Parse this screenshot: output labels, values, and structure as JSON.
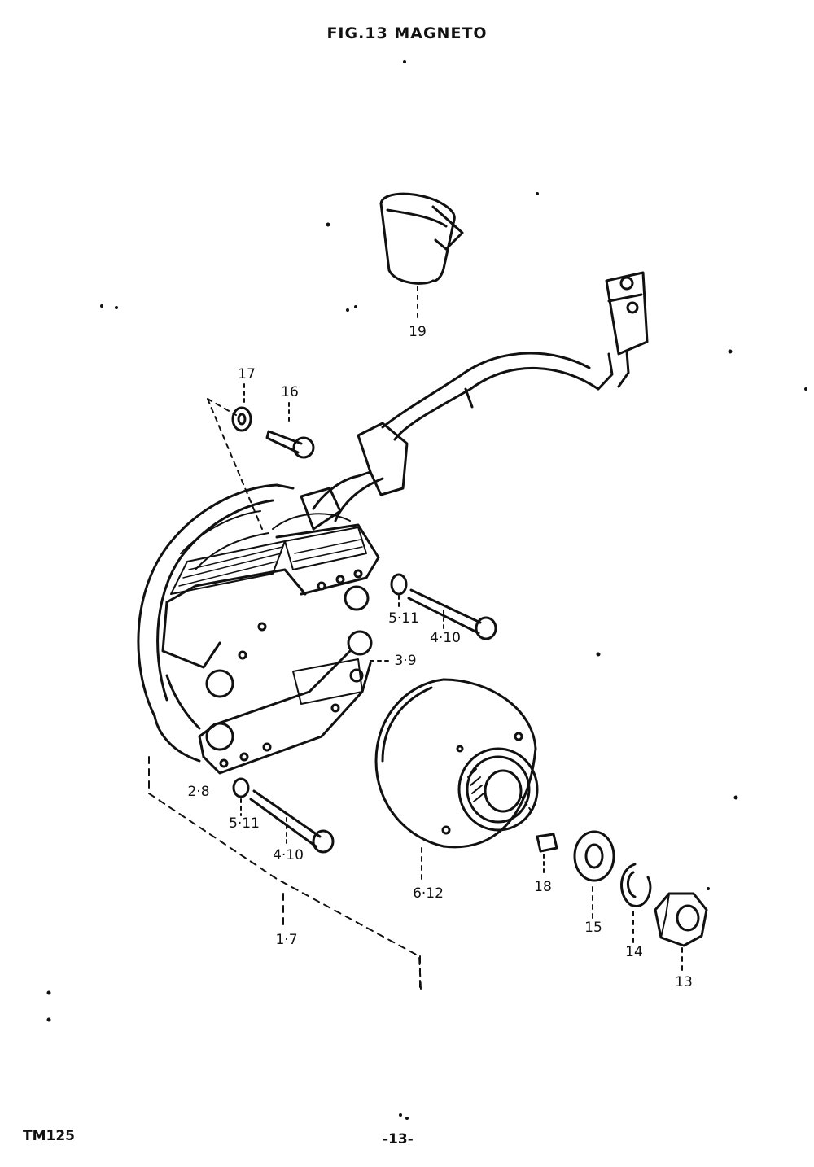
{
  "header": {
    "title": "FIG.13 MAGNETO"
  },
  "footer": {
    "model": "TM125",
    "page": "-13-"
  },
  "callouts": [
    {
      "id": "c19",
      "text": "19"
    },
    {
      "id": "c17",
      "text": "17"
    },
    {
      "id": "c16",
      "text": "16"
    },
    {
      "id": "c5a",
      "text": "5·11"
    },
    {
      "id": "c4a",
      "text": "4·10"
    },
    {
      "id": "c39",
      "text": "3·9"
    },
    {
      "id": "c28",
      "text": "2·8"
    },
    {
      "id": "c5b",
      "text": "5·11"
    },
    {
      "id": "c4b",
      "text": "4·10"
    },
    {
      "id": "c612",
      "text": "6·12"
    },
    {
      "id": "c18",
      "text": "18"
    },
    {
      "id": "c15",
      "text": "15"
    },
    {
      "id": "c14",
      "text": "14"
    },
    {
      "id": "c13",
      "text": "13"
    },
    {
      "id": "c17b",
      "text": "1·7"
    }
  ]
}
